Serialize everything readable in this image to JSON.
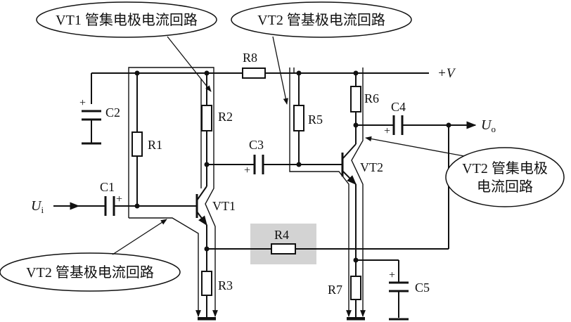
{
  "callouts": {
    "vt1_collector": "VT1 管集电极电流回路",
    "vt2_base_top": "VT2 管基极电流回路",
    "vt2_collector_line1": "VT2 管集电极",
    "vt2_collector_line2": "电流回路",
    "vt2_base_bottom": "VT2 管基极电流回路"
  },
  "components": {
    "r1": "R1",
    "r2": "R2",
    "r3": "R3",
    "r4": "R4",
    "r5": "R5",
    "r6": "R6",
    "r7": "R7",
    "r8": "R8",
    "c1": "C1",
    "c2": "C2",
    "c3": "C3",
    "c4": "C4",
    "c5": "C5",
    "vt1": "VT1",
    "vt2": "VT2"
  },
  "terminals": {
    "supply": "+V",
    "input": "U",
    "input_sub": "i",
    "output": "U",
    "output_sub": "o"
  },
  "polarity": {
    "plus": "+"
  },
  "colors": {
    "ink": "#111111",
    "highlight": "#d3d3d3"
  }
}
